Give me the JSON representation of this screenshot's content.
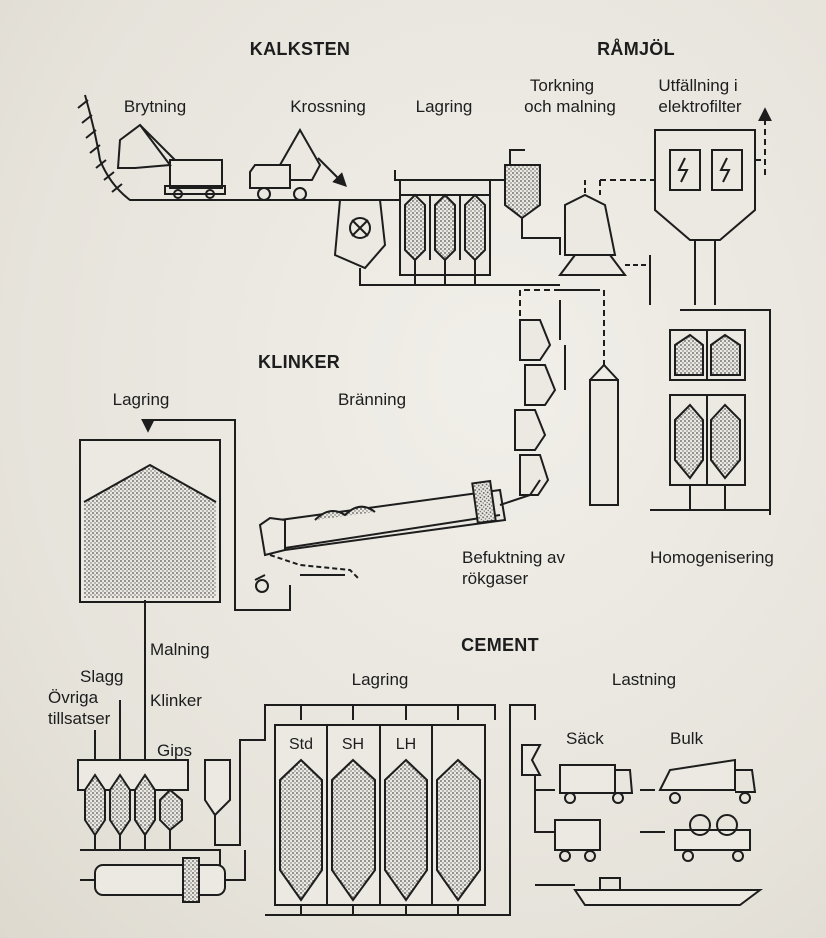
{
  "headers": {
    "limestone": "KALKSTEN",
    "raw_meal": "RÅMJÖL",
    "clinker": "KLINKER",
    "cement": "CEMENT"
  },
  "steps": {
    "quarrying": "Brytning",
    "crushing": "Krossning",
    "raw_storage": "Lagring",
    "drying_line1": "Torkning",
    "drying_line2": "och malning",
    "precip_line1": "Utfällning i",
    "precip_line2": "elektrofilter",
    "clinker_storage": "Lagring",
    "burning": "Bränning",
    "humid_line1": "Befuktning av",
    "humid_line2": "rökgaser",
    "homogenising": "Homogenisering",
    "grinding": "Malning",
    "slag": "Slagg",
    "other_line1": "Övriga",
    "other_line2": "tillsatser",
    "clinker_in": "Klinker",
    "gypsum": "Gips",
    "cement_storage": "Lagring",
    "loading": "Lastning",
    "sack": "Säck",
    "bulk": "Bulk"
  },
  "silos": [
    "Std",
    "SH",
    "LH"
  ],
  "colors": {
    "ink": "#1d1d1d",
    "paper": "#ece9e2",
    "fill": "#9c9a95"
  }
}
